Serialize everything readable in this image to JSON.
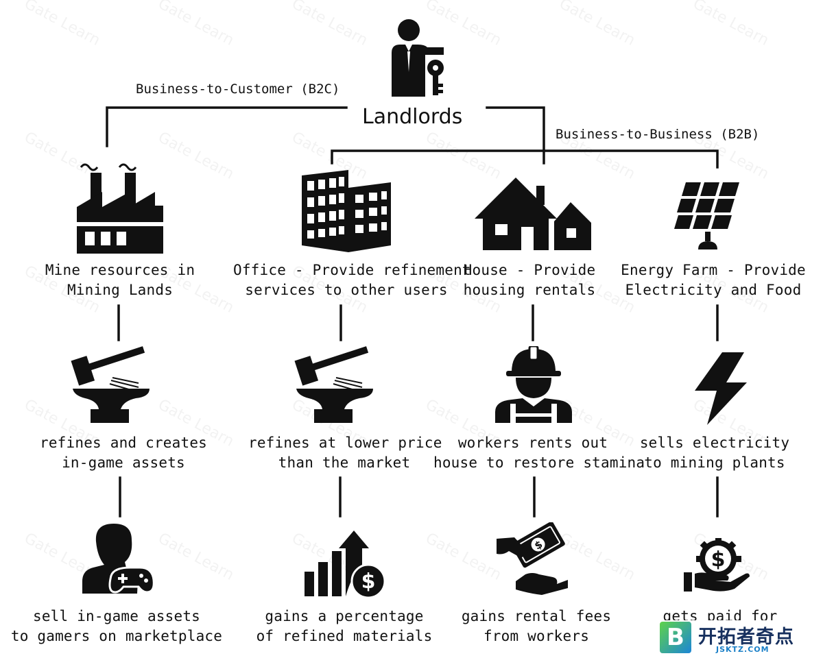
{
  "title": "Landlords",
  "relations": {
    "b2c": "Business-to-Customer (B2C)",
    "b2b": "Business-to-Business (B2B)"
  },
  "columns": [
    {
      "key": "mine",
      "asset": [
        "Mine resources in",
        "Mining Lands"
      ],
      "action": [
        "refines and creates",
        "in-game assets"
      ],
      "result": [
        "sell in-game assets",
        "to gamers on marketplace"
      ]
    },
    {
      "key": "office",
      "asset": [
        "Office - Provide refinement",
        "services to other users"
      ],
      "action": [
        "refines at lower price",
        "than the market"
      ],
      "result": [
        "gains a percentage",
        "of refined materials"
      ]
    },
    {
      "key": "house",
      "asset": [
        "House - Provide",
        "housing rentals"
      ],
      "action": [
        "workers rents out",
        "house to restore stamina"
      ],
      "result": [
        "gains rental fees",
        "from workers"
      ]
    },
    {
      "key": "energy",
      "asset": [
        "Energy Farm - Provide",
        "Electricity and Food"
      ],
      "action": [
        "sells electricity",
        "to mining plants"
      ],
      "result": [
        "gets paid for"
      ]
    }
  ],
  "icons": {
    "landlord": "landlord-with-key-icon",
    "mine": "factory-icon",
    "office": "office-building-icon",
    "house": "house-icon",
    "energy": "solar-panel-icon",
    "anvil": "hammer-anvil-icon",
    "worker": "construction-worker-icon",
    "lightning": "lightning-bolt-icon",
    "gamer": "gamer-controller-icon",
    "growth": "growth-chart-dollar-icon",
    "rent": "hand-money-icon",
    "payment": "hand-dollar-gear-icon"
  },
  "watermark": "Gate Learn",
  "badge": {
    "mark": "B",
    "name": "开拓者奇点",
    "url": "JSKTZ.COM"
  }
}
